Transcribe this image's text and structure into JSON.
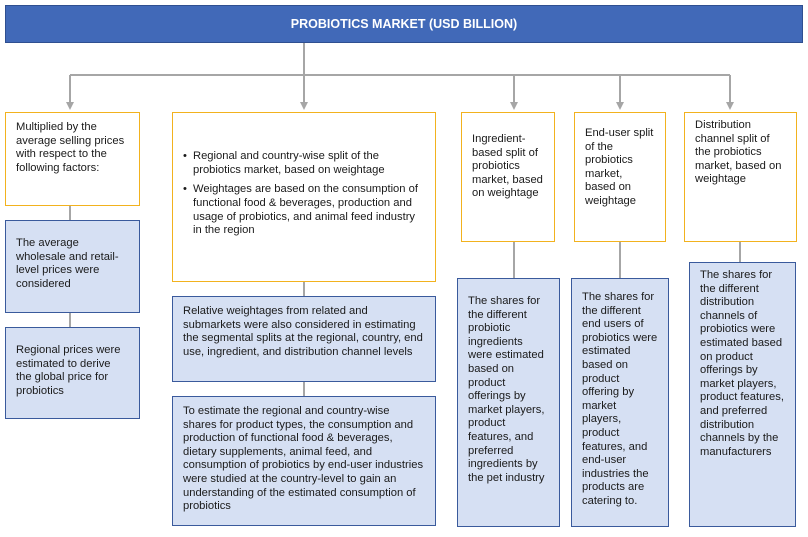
{
  "title": "PROBIOTICS MARKET (USD BILLION)",
  "columns": [
    {
      "header": "Multiplied by the average selling prices with respect to the following factors:",
      "details": [
        "The average wholesale and retail-level prices were considered",
        "Regional prices were estimated to derive the global price for probiotics"
      ]
    },
    {
      "bullets": [
        "Regional and country-wise split of the probiotics market, based on weightage",
        "Weightages are based on the consumption of functional food & beverages, production and usage of probiotics, and animal feed industry in the region"
      ],
      "details": [
        "Relative weightages from related and submarkets were also considered in estimating the segmental splits at the regional, country, end use, ingredient, and distribution channel levels",
        "To estimate the regional and country-wise shares for product types, the consumption and production of functional food & beverages, dietary supplements, animal feed, and consumption of probiotics by end-user industries were studied at the country-level to gain an understanding of the estimated consumption of probiotics"
      ]
    },
    {
      "header": "Ingredient-based split of probiotics market, based on weightage",
      "details": [
        "The shares for the different probiotic ingredients were estimated based on product offerings by market players, product features, and preferred ingredients by the pet industry"
      ]
    },
    {
      "header": "End-user split of the probiotics market, based on weightage",
      "details": [
        "The shares for the different end users of probiotics were estimated based on product offering by market players, product features, and end-user industries the products are catering to."
      ]
    },
    {
      "header": "Distribution channel split of the probiotics market, based on weightage",
      "details": [
        "The shares for the different distribution channels of probiotics were estimated based on product offerings by market players, product features, and preferred distribution channels by the manufacturers"
      ]
    }
  ],
  "colors": {
    "title_fill": "#4169b8",
    "header_border": "#f2b21e",
    "detail_fill": "#d6e0f3",
    "detail_border": "#3a5a9c",
    "connector": "#a6a6a6"
  }
}
